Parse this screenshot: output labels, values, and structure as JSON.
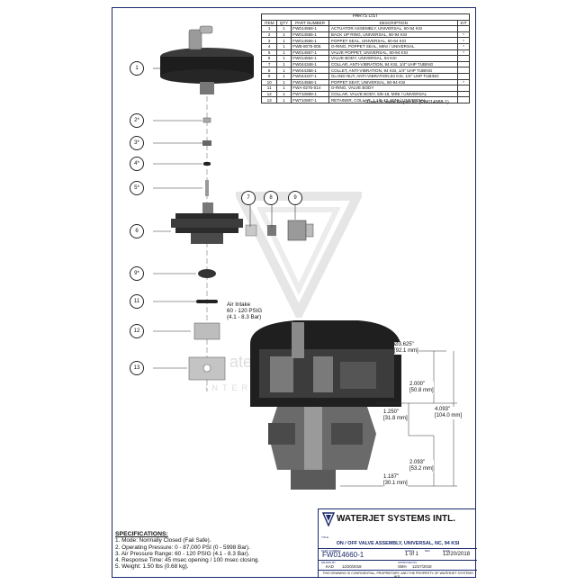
{
  "parts_list": {
    "title": "PARTS LIST",
    "headers": {
      "item": "ITEM",
      "qty": "QTY",
      "part": "PART NUMBER",
      "desc": "DESCRIPTION",
      "kit": "KIT"
    },
    "rows": [
      {
        "item": "1",
        "qty": "1",
        "part": "FW014559-1",
        "desc": "ACTUATOR ASSEMBLY, UNIVERSAL, 60-94 KSI",
        "kit": ""
      },
      {
        "item": "2",
        "qty": "1",
        "part": "FW014555-1",
        "desc": "BACK UP RING, UNIVERSAL, 60-94 KSI",
        "kit": "*"
      },
      {
        "item": "3",
        "qty": "1",
        "part": "FW014556-1",
        "desc": "POPPET SEAL, UNIVERSAL, 60-94 KSI",
        "kit": "*"
      },
      {
        "item": "4",
        "qty": "1",
        "part": "FWB-8075-005",
        "desc": "O-RING, POPPET SEAL, MINI / UNIVERSAL",
        "kit": "*"
      },
      {
        "item": "5",
        "qty": "1",
        "part": "FW014557-1",
        "desc": "VALVE POPPET, UNIVERSAL, 60-94 KSI",
        "kit": "*"
      },
      {
        "item": "6",
        "qty": "1",
        "part": "FW014554-1",
        "desc": "VALVE BODY, UNIVERSAL, 94 KSI",
        "kit": ""
      },
      {
        "item": "7",
        "qty": "1",
        "part": "FW044348-1",
        "desc": "COLLAR, ANTI-VIBRATION, 94 KSI, 1/4\" UHP TUBING",
        "kit": ""
      },
      {
        "item": "8",
        "qty": "1",
        "part": "FW044358-1",
        "desc": "COLLET, ANTI-VIBRATION, 94 KSI, 1/4\" UHP TUBING",
        "kit": ""
      },
      {
        "item": "9",
        "qty": "1",
        "part": "FW044347-1",
        "desc": "GLAND NUT, ANTI-VIBRATION,94 KSI, 1/4\" UHP TUBING",
        "kit": ""
      },
      {
        "item": "10",
        "qty": "1",
        "part": "FW014558-1",
        "desc": "POPPET SEAT, UNIVERSAL, 60-94 KSI",
        "kit": "*"
      },
      {
        "item": "11",
        "qty": "1",
        "part": "FWA-0275-014",
        "desc": "O-RING, VALVE BODY",
        "kit": ""
      },
      {
        "item": "12",
        "qty": "1",
        "part": "FW710869-1",
        "desc": "COLLAR, VALVE BODY, 5/8-18, MINI / UNIVERSAL",
        "kit": ""
      },
      {
        "item": "13",
        "qty": "1",
        "part": "FW710867-1",
        "desc": "RETAINER, COLLAR, 1 1/8-12, MINI / UNIVERSAL",
        "kit": ""
      }
    ],
    "note": "*-Used In Valve Repair Kit (FW014988-1)"
  },
  "balloons": {
    "b1": "1",
    "b2": "2*",
    "b3": "3*",
    "b4": "4*",
    "b5": "5*",
    "b6": "6",
    "b7": "7",
    "b8": "8",
    "b9": "9",
    "b10": "9*",
    "b11": "11",
    "b12": "12",
    "b13": "13"
  },
  "section": {
    "air_intake_1": "Air Intake",
    "air_intake_2": "60 - 120 PSIG",
    "air_intake_3": "(4.1 - 8.3 Bar)",
    "dim_dia_1": "Ø3.625\"",
    "dim_dia_2": "[92.1 mm]",
    "dim_a_1": "2.000\"",
    "dim_a_2": "[50.8 mm]",
    "dim_b_1": "4.093\"",
    "dim_b_2": "[104.0 mm]",
    "dim_c_1": "1.250\"",
    "dim_c_2": "[31.8 mm]",
    "dim_d_1": "2.093\"",
    "dim_d_2": "[53.2 mm]",
    "dim_e_1": "1.187\"",
    "dim_e_2": "[30.1 mm]"
  },
  "specs": {
    "heading": "SPECIFICATIONS:",
    "lines": [
      "1. Mode: Normally Closed (Fail Safe).",
      "2. Operating Pressure: 0 - 87,000 PSI (0 - 5998 Bar).",
      "3. Air Pressure Range: 60 - 120 PSIG (4.1 - 8.3 Bar).",
      "4. Response Time: 45 msec opening / 100 msec closing.",
      "5. Weight: 1.50 lbs (0.68 kg)."
    ]
  },
  "title_block": {
    "company": "WATERJET SYSTEMS INTL.",
    "title_caption": "TITLE",
    "description": "ON / OFF VALVE ASSEMBLY, UNIVERSAL, NC, 94 KSI",
    "part_caption": "PART NUMBER",
    "part_number": "FW014660-1",
    "sheet_caption": "SHEET",
    "sheet": "1 of 1",
    "rev_caption": "REV",
    "date_caption": "DATE",
    "date": "12/20/2018",
    "drawn_caption": "DRAWN BY",
    "drawn_by": "KAD",
    "drawn_date": "12/20/2018",
    "approved_caption": "APPROVED BY",
    "approved_by": "SMH",
    "approved_date": "12/27/2018",
    "confidential": "THIS DRAWING IS CONFIDENTIAL, PROPRIETARY, AND THE PROPERTY OF WATERJET SYSTEMS INTL."
  },
  "watermark": {
    "line1": "aterjet Systems",
    "line2": "INTERNATIONAL"
  },
  "colors": {
    "border": "#1a2a6b",
    "body": "#2a2a2a"
  }
}
